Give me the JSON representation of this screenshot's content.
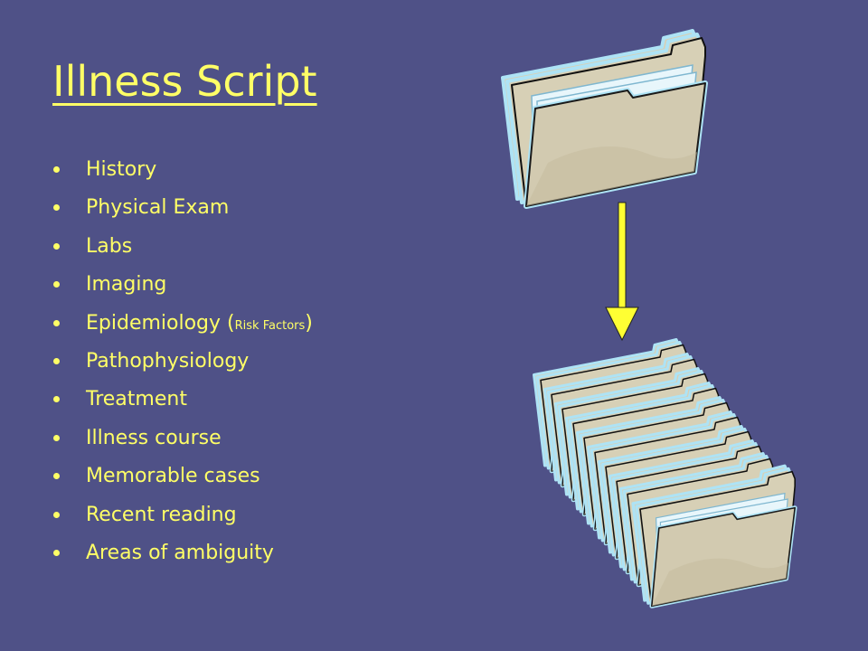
{
  "slide": {
    "title": "Illness Script",
    "bullets": [
      {
        "text": "History"
      },
      {
        "text": "Physical Exam"
      },
      {
        "text": "Labs"
      },
      {
        "text": "Imaging"
      },
      {
        "text": "Epidemiology (",
        "small": "Risk Factors",
        "after": ")"
      },
      {
        "text": "Pathophysiology"
      },
      {
        "text": "Treatment"
      },
      {
        "text": "Illness course"
      },
      {
        "text": "Memorable cases"
      },
      {
        "text": "Recent reading"
      },
      {
        "text": "Areas of ambiguity"
      }
    ]
  },
  "colors": {
    "background": "#4f5187",
    "text": "#ffff66",
    "arrow": "#ffff33",
    "folder_fill": "#d7d0b6",
    "folder_outline": "#aee3f5",
    "paper": "#e8f6fb"
  },
  "icons": {
    "single_folder": "folder-icon",
    "arrow": "down-arrow",
    "folder_stack": "folder-stack-icon"
  }
}
